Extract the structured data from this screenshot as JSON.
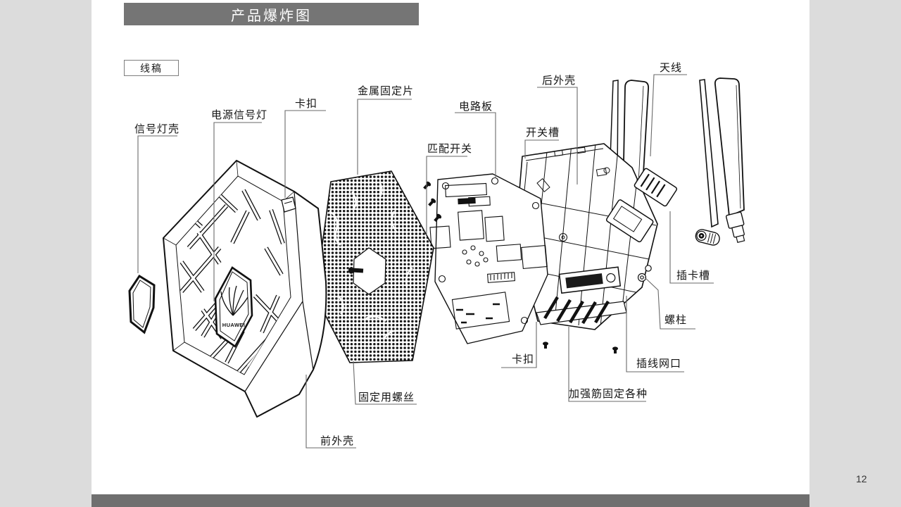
{
  "page": {
    "title": "产品爆炸图",
    "variant_tag": "线稿",
    "page_number": "12",
    "colors": {
      "margin": "#dcdcdc",
      "canvas": "#ffffff",
      "title_bar": "#757575",
      "bottom_bar": "#6f6f6f",
      "line_art": "#111111",
      "leader_line": "#6a6a6a"
    }
  },
  "diagram": {
    "logo_text": "HUAWEI",
    "labels": [
      {
        "id": "signal-light-shell",
        "text": "信号灯壳"
      },
      {
        "id": "power-signal-light",
        "text": "电源信号灯"
      },
      {
        "id": "clip-top",
        "text": "卡扣"
      },
      {
        "id": "metal-fixing-piece",
        "text": "金属固定片"
      },
      {
        "id": "circuit-board",
        "text": "电路板"
      },
      {
        "id": "matching-switch",
        "text": "匹配开关"
      },
      {
        "id": "rear-shell",
        "text": "后外壳"
      },
      {
        "id": "switch-slot",
        "text": "开关槽"
      },
      {
        "id": "antenna",
        "text": "天线"
      },
      {
        "id": "card-slot",
        "text": "插卡槽"
      },
      {
        "id": "screw-post",
        "text": "螺柱"
      },
      {
        "id": "clip-bottom",
        "text": "卡扣"
      },
      {
        "id": "network-port",
        "text": "插线网口"
      },
      {
        "id": "reinforcing-ribs",
        "text": "加强筋固定各种"
      },
      {
        "id": "fixing-screws",
        "text": "固定用螺丝"
      },
      {
        "id": "front-shell",
        "text": "前外壳"
      }
    ]
  }
}
